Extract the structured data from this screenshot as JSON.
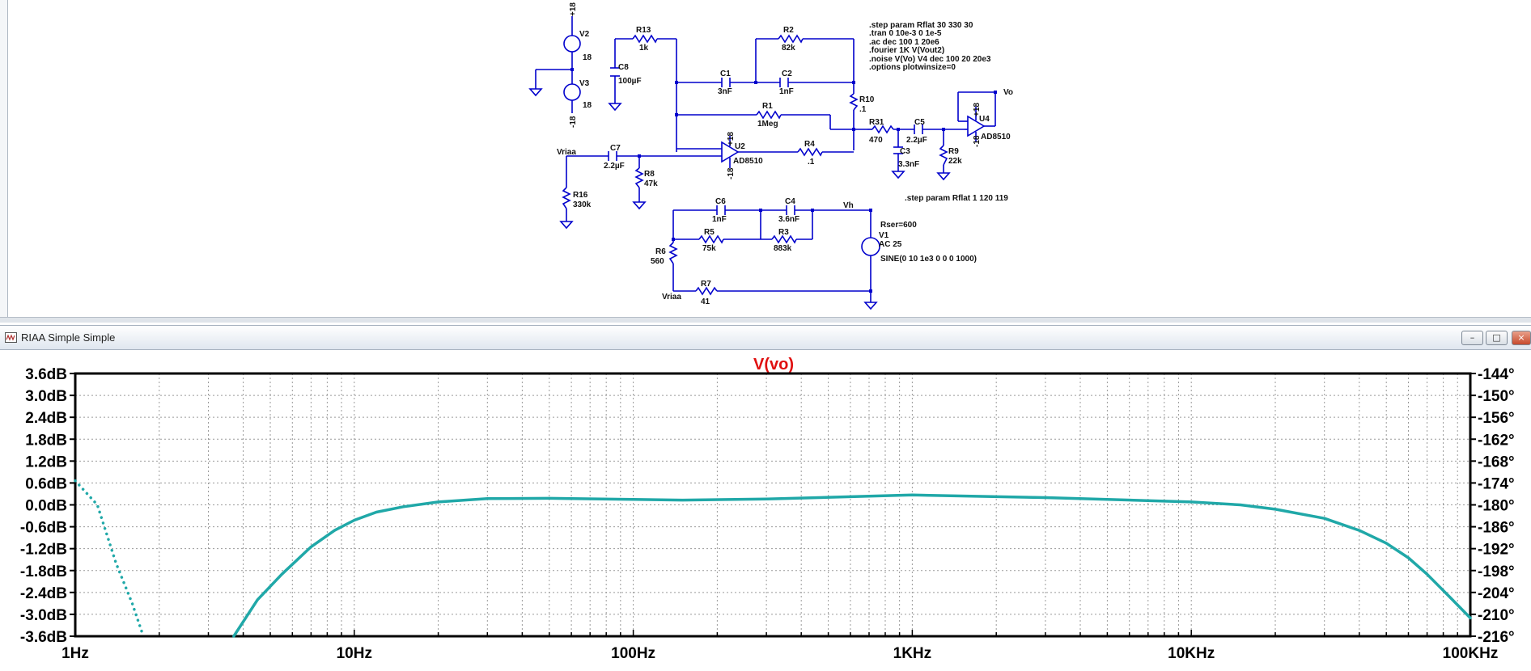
{
  "window": {
    "title": "RIAA Simple Simple",
    "buttons": {
      "minimize": "–",
      "maximize": "□",
      "close": "×"
    }
  },
  "schematic": {
    "directives": [
      ".step param Rflat 30 330 30",
      ".tran 0 10e-3 0 1e-5",
      ".ac dec 100 1 20e6",
      ".fourier 1K V(Vout2)",
      ".noise V(Vo) V4 dec 100 20 20e3",
      ".options plotwinsize=0"
    ],
    "directive2": ".step param Rflat 1 120 119",
    "source_params": {
      "rser": "Rser=600",
      "name": "V1",
      "ac": "AC 25",
      "sine": "SINE(0 10 1e3 0 0 0 1000)"
    },
    "components": [
      {
        "name": "R13",
        "value": "1k"
      },
      {
        "name": "C8",
        "value": "100µF"
      },
      {
        "name": "R2",
        "value": "82k"
      },
      {
        "name": "C1",
        "value": "3nF"
      },
      {
        "name": "C2",
        "value": "1nF"
      },
      {
        "name": "R1",
        "value": "1Meg"
      },
      {
        "name": "R10",
        "value": ".1"
      },
      {
        "name": "R31",
        "value": "470"
      },
      {
        "name": "C5",
        "value": "2.2µF"
      },
      {
        "name": "C3",
        "value": "3.3nF"
      },
      {
        "name": "R9",
        "value": "22k"
      },
      {
        "name": "C7",
        "value": "2.2µF"
      },
      {
        "name": "R8",
        "value": "47k"
      },
      {
        "name": "R4",
        "value": ".1"
      },
      {
        "name": "R16",
        "value": "330k"
      },
      {
        "name": "C6",
        "value": "1nF"
      },
      {
        "name": "C4",
        "value": "3.6nF"
      },
      {
        "name": "R5",
        "value": "75k"
      },
      {
        "name": "R3",
        "value": "883k"
      },
      {
        "name": "R6",
        "value": "560"
      },
      {
        "name": "R7",
        "value": "41"
      }
    ],
    "sources": [
      {
        "name": "V2",
        "value": "18",
        "top": "+18"
      },
      {
        "name": "V3",
        "value": "18",
        "bottom": "-18"
      }
    ],
    "opamps": [
      {
        "name": "U2",
        "model": "AD8510",
        "vplus": "+18",
        "vminus": "-18"
      },
      {
        "name": "U4",
        "model": "AD8510",
        "vplus": "+18",
        "vminus": "-18"
      }
    ],
    "nets": {
      "vriaa_in": "Vriaa",
      "vriaa_out": "Vriaa",
      "vh": "Vh",
      "vo": "Vo"
    }
  },
  "chart_data": {
    "type": "line",
    "title": "V(vo)",
    "xlabel": "",
    "ylabel": "",
    "xscale": "log",
    "xlim": [
      1,
      100000
    ],
    "ylim": [
      -3.6,
      3.6
    ],
    "y2lim": [
      -216,
      -144
    ],
    "grid": true,
    "x_tick_labels": [
      {
        "value": 1,
        "label": "1Hz"
      },
      {
        "value": 10,
        "label": "10Hz"
      },
      {
        "value": 100,
        "label": "100Hz"
      },
      {
        "value": 1000,
        "label": "1KHz"
      },
      {
        "value": 10000,
        "label": "10KHz"
      },
      {
        "value": 100000,
        "label": "100KHz"
      }
    ],
    "y_tick_labels": [
      {
        "value": 3.6,
        "label": "3.6dB"
      },
      {
        "value": 3.0,
        "label": "3.0dB"
      },
      {
        "value": 2.4,
        "label": "2.4dB"
      },
      {
        "value": 1.8,
        "label": "1.8dB"
      },
      {
        "value": 1.2,
        "label": "1.2dB"
      },
      {
        "value": 0.6,
        "label": "0.6dB"
      },
      {
        "value": 0.0,
        "label": "0.0dB"
      },
      {
        "value": -0.6,
        "label": "-0.6dB"
      },
      {
        "value": -1.2,
        "label": "-1.2dB"
      },
      {
        "value": -1.8,
        "label": "-1.8dB"
      },
      {
        "value": -2.4,
        "label": "-2.4dB"
      },
      {
        "value": -3.0,
        "label": "-3.0dB"
      },
      {
        "value": -3.6,
        "label": "-3.6dB"
      }
    ],
    "y2_tick_labels": [
      {
        "value": -144,
        "label": "-144°"
      },
      {
        "value": -150,
        "label": "-150°"
      },
      {
        "value": -156,
        "label": "-156°"
      },
      {
        "value": -162,
        "label": "-162°"
      },
      {
        "value": -168,
        "label": "-168°"
      },
      {
        "value": -174,
        "label": "-174°"
      },
      {
        "value": -180,
        "label": "-180°"
      },
      {
        "value": -186,
        "label": "-186°"
      },
      {
        "value": -192,
        "label": "-192°"
      },
      {
        "value": -198,
        "label": "-198°"
      },
      {
        "value": -204,
        "label": "-204°"
      },
      {
        "value": -210,
        "label": "-210°"
      },
      {
        "value": -216,
        "label": "-216°"
      }
    ],
    "series": [
      {
        "style": "solid",
        "color": "#20a8a8",
        "axis": "magnitude",
        "x": [
          3.7,
          4.5,
          5.5,
          7,
          8.5,
          10,
          12,
          15,
          20,
          30,
          50,
          100,
          150,
          300,
          1000,
          3000,
          10000,
          15000,
          20000,
          30000,
          40000,
          50000,
          60000,
          70000,
          85000,
          100000
        ],
        "y": [
          -3.6,
          -2.6,
          -1.9,
          -1.15,
          -0.7,
          -0.42,
          -0.2,
          -0.05,
          0.08,
          0.17,
          0.18,
          0.15,
          0.13,
          0.16,
          0.27,
          0.2,
          0.08,
          0.0,
          -0.12,
          -0.37,
          -0.7,
          -1.05,
          -1.45,
          -1.9,
          -2.55,
          -3.1
        ]
      },
      {
        "style": "dotted",
        "color": "#20a8a8",
        "axis": "phase",
        "x": [
          1.0,
          1.2,
          1.4,
          1.6,
          1.75
        ],
        "y": [
          -173.4,
          -180.0,
          -196.0,
          -207.0,
          -215.8
        ]
      }
    ]
  }
}
